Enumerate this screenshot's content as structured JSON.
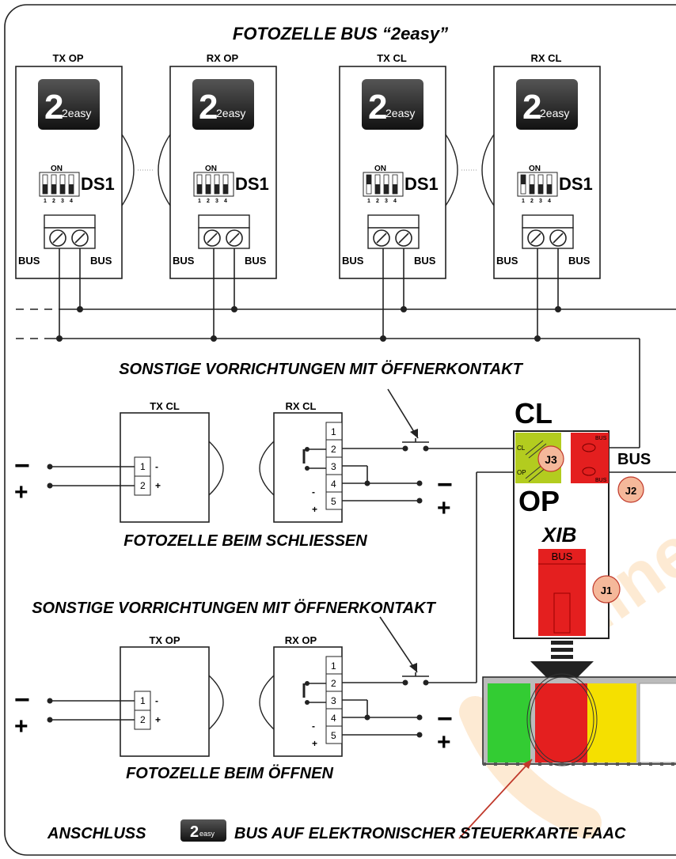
{
  "title": "FOTOZELLE BUS  “2easy”",
  "bus_photocells": [
    {
      "label": "TX OP",
      "dip": "DS1",
      "on": "ON",
      "nums": [
        "1",
        "2",
        "3",
        "4"
      ],
      "left_term": "BUS",
      "right_term": "BUS"
    },
    {
      "label": "RX OP",
      "dip": "DS1",
      "on": "ON",
      "nums": [
        "1",
        "2",
        "3",
        "4"
      ],
      "left_term": "BUS",
      "right_term": "BUS"
    },
    {
      "label": "TX CL",
      "dip": "DS1",
      "on": "ON",
      "nums": [
        "1",
        "2",
        "3",
        "4"
      ],
      "left_term": "BUS",
      "right_term": "BUS"
    },
    {
      "label": "RX CL",
      "dip": "DS1",
      "on": "ON",
      "nums": [
        "1",
        "2",
        "3",
        "4"
      ],
      "left_term": "BUS",
      "right_term": "BUS"
    }
  ],
  "logo_text": "2easy",
  "section_close": {
    "contact_label": "SONSTIGE VORRICHTUNGEN MIT ÖFFNERKONTAKT",
    "tx_label": "TX CL",
    "rx_label": "RX CL",
    "caption": "FOTOZELLE BEIM SCHLIESSEN",
    "tx_terms": [
      "1",
      "2"
    ],
    "tx_signs": [
      "-",
      "+"
    ],
    "rx_terms": [
      "1",
      "2",
      "3",
      "4",
      "5"
    ],
    "rx_signs": [
      "-",
      "+"
    ],
    "supply_minus": "−",
    "supply_plus": "+",
    "out_minus": "−",
    "out_plus": "+"
  },
  "section_open": {
    "contact_label": "SONSTIGE VORRICHTUNGEN MIT ÖFFNERKONTAKT",
    "tx_label": "TX OP",
    "rx_label": "RX OP",
    "caption": "FOTOZELLE BEIM ÖFFNEN",
    "tx_terms": [
      "1",
      "2"
    ],
    "tx_signs": [
      "-",
      "+"
    ],
    "rx_terms": [
      "1",
      "2",
      "3",
      "4",
      "5"
    ],
    "rx_signs": [
      "-",
      "+"
    ],
    "supply_minus": "−",
    "supply_plus": "+",
    "out_minus": "−",
    "out_plus": "+"
  },
  "board": {
    "cl_label": "CL",
    "op_label": "OP",
    "bus_label": "BUS",
    "xib_label": "XIB",
    "xib_bus": "BUS",
    "j3": "J3",
    "j2": "J2",
    "j1": "J1",
    "small_cl": "CL",
    "small_op": "OP",
    "small_bus_top": "BUS",
    "small_bus_bottom": "BUS"
  },
  "footer": {
    "prefix": "ANSCHLUSS",
    "suffix": "BUS AUF ELEKTRONISCHER STEUERKARTE FAAC"
  },
  "colors": {
    "j_circle": "#f5b89a",
    "j_circle_stroke": "#c0392b",
    "red": "#e41f1f",
    "green_block": "#b3cc1f",
    "strip_green": "#33cc33",
    "strip_red": "#e41f1f",
    "strip_yellow": "#f5e000",
    "watermark": "#f7931e"
  }
}
